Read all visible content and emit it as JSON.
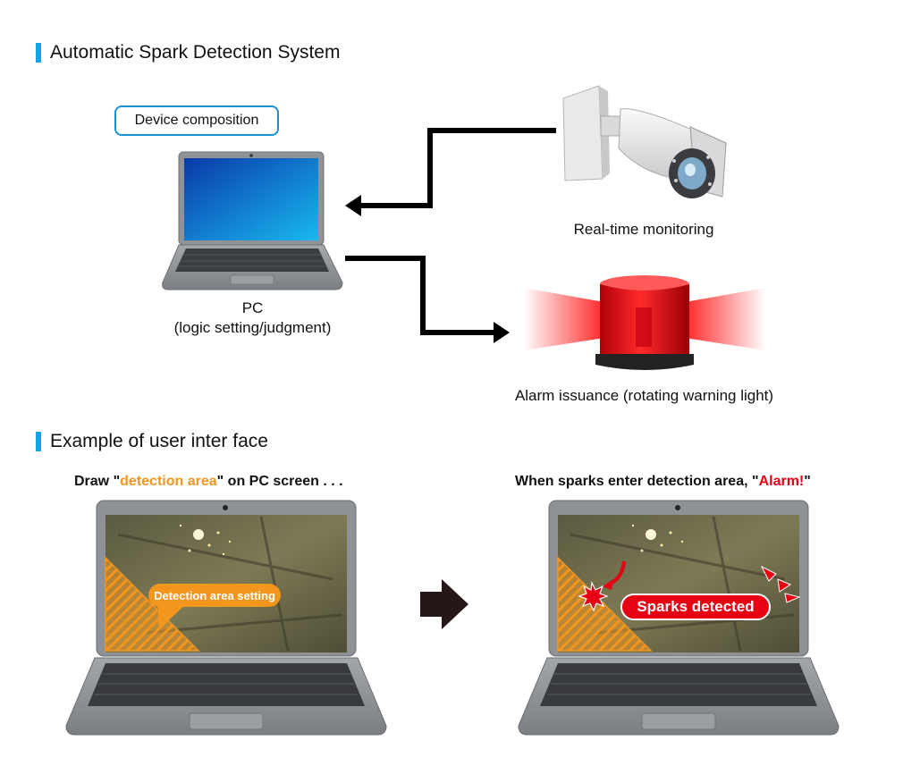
{
  "headings": {
    "system": "Automatic Spark Detection System",
    "ui_example": "Example of user inter face"
  },
  "device_composition": "Device composition",
  "pc": {
    "title": "PC",
    "subtitle": "(logic setting/judgment)"
  },
  "camera_label": "Real-time monitoring",
  "alarm_label": "Alarm issuance (rotating warning light)",
  "left_caption": {
    "prefix": "Draw \"",
    "highlight": "detection area",
    "suffix": "\" on PC screen . . ."
  },
  "right_caption": {
    "prefix": "When sparks enter detection area, \"",
    "highlight": "Alarm!",
    "suffix": "\""
  },
  "detection_bubble": "Detection area setting",
  "sparks_badge": "Sparks detected",
  "colors": {
    "accent_blue": "#1aa0e6",
    "highlight_orange": "#f2961e",
    "alarm_red": "#e60012"
  }
}
